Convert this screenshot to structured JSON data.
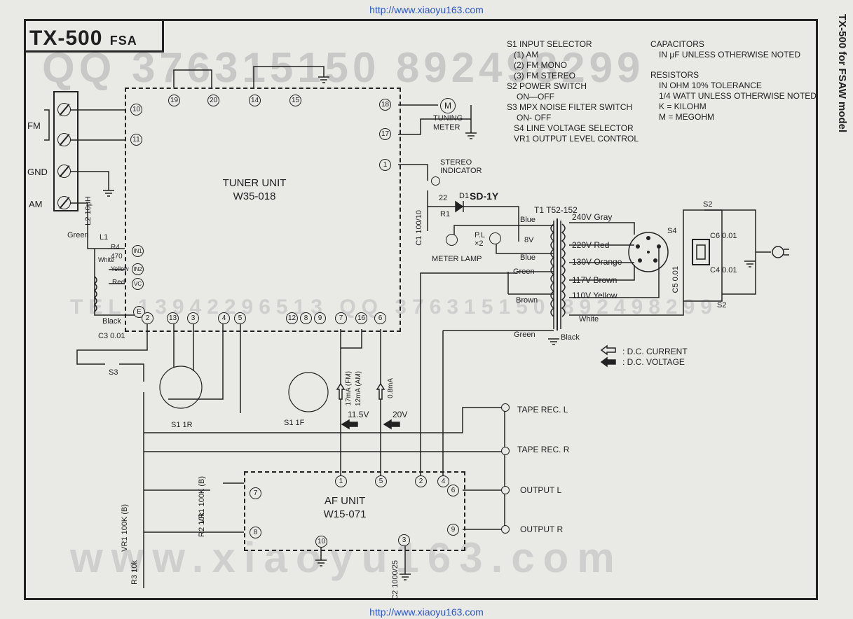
{
  "header": {
    "url_top": "http://www.xiaoyu163.com",
    "url_bottom": "http://www.xiaoyu163.com",
    "title": "TX-500",
    "title_suffix": "FSA",
    "side_label": "TX-500 for FSAW model"
  },
  "legend_notes": {
    "switches": [
      "S1 INPUT SELECTOR",
      "(1) AM",
      "(2) FM MONO",
      "(3) FM STEREO",
      "S2 POWER SWITCH",
      "ON—OFF",
      "S3 MPX NOISE FILTER SWITCH",
      "ON- OFF",
      "S4 LINE VOLTAGE SELECTOR",
      "VR1 OUTPUT LEVEL CONTROL"
    ],
    "capacitors": [
      "CAPACITORS",
      "IN μF UNLESS OTHERWISE NOTED"
    ],
    "resistors": [
      "RESISTORS",
      "IN OHM 10% TOLERANCE",
      "1/4 WATT UNLESS OTHERWISE NOTED",
      "K = KILOHM",
      "M = MEGOHM"
    ]
  },
  "tuner_unit": {
    "name": "TUNER UNIT",
    "model": "W35-018",
    "pins_top": [
      "19",
      "20",
      "14",
      "15"
    ],
    "pins_left": [
      "10",
      "11",
      "IN1",
      "IN2",
      "VC",
      "E"
    ],
    "pins_right": [
      "18",
      "17",
      "1"
    ],
    "pins_bottom": [
      "2",
      "13",
      "3",
      "4",
      "5",
      "12",
      "8",
      "9",
      "7",
      "16",
      "6"
    ]
  },
  "af_unit": {
    "name": "AF UNIT",
    "model": "W15-071",
    "pins_top": [
      "1",
      "5",
      "2",
      "4"
    ],
    "pins_left": [
      "7",
      "8"
    ],
    "pins_right": [
      "6",
      "9"
    ],
    "pins_bottom": [
      "10",
      "3"
    ]
  },
  "antenna": {
    "fm": "FM",
    "gnd": "GND",
    "am": "AM"
  },
  "components": {
    "l1": "L1",
    "l1_wire": "Green",
    "l2": "L2 10μH",
    "r4_label": "R4",
    "r4_value": "470",
    "white": "White",
    "yellow": "Yellow",
    "red": "Red",
    "black": "Black",
    "c3": "C3 0.01",
    "s3": "S3",
    "s1r": "S1 1R",
    "s1f": "S1 1F",
    "tuning_meter": "TUNING METER",
    "meter_symbol": "M",
    "stereo_indicator": "STEREO INDICATOR",
    "d1": "D1",
    "d1_part": "SD-1Y",
    "r1": "R1",
    "r1_value": "22",
    "c1": "C1 100/10",
    "pl_lamps": "P.L ×2",
    "v8": "8V",
    "meter_lamp": "METER LAMP",
    "t1": "T1 T52-152",
    "blue1": "Blue",
    "blue2": "Blue",
    "green1": "Green",
    "brown": "Brown",
    "green2": "Green",
    "taps": [
      "240V Gray",
      "220V Red",
      "130V Orange",
      "117V Brown",
      "110V Yellow"
    ],
    "white_tap": "White",
    "black_tap": "Black",
    "s4": "S4",
    "s2_top": "S2",
    "s2_bottom": "S2",
    "c6": "C6 0.01",
    "c4": "C4 0.01",
    "c5": "C5 0.01",
    "current_fm": "17mA (FM)",
    "current_am": "12mA (AM)",
    "current_08": "0.8mA",
    "volt_115": "11.5V",
    "volt_20": "20V",
    "vr1_upper": "VR1 100K (B)",
    "r2": "R2 10k",
    "vr1_lower": "VR1 100K (B)",
    "r3": "R3 10k",
    "c2": "C2 1000/25"
  },
  "dc_legend": {
    "current": ": D.C. CURRENT",
    "voltage": ": D.C. VOLTAGE"
  },
  "jacks": [
    "TAPE REC. L",
    "TAPE REC. R",
    "OUTPUT L",
    "OUTPUT R"
  ],
  "watermark": {
    "qq_top": "QQ 376315150 892498299",
    "tel": "TEL 13942296513 QQ 376315150 892498299",
    "site": "www.xiaoyu163.com"
  }
}
